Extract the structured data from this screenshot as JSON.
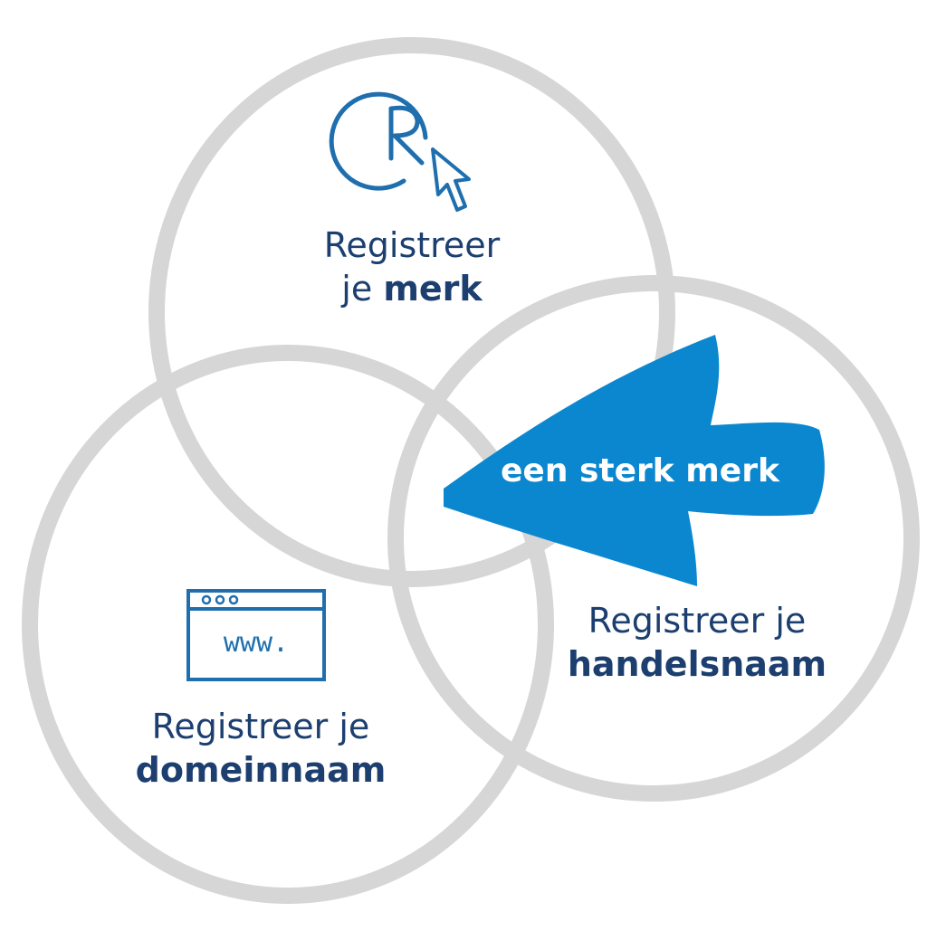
{
  "colors": {
    "circle": "#d6d6d6",
    "text": "#1c3f70",
    "icon": "#1f6fae",
    "arrow": "#0b87d0",
    "arrow_text": "#ffffff"
  },
  "circles": [
    {
      "name": "merk",
      "icon": "registered-trademark-icon",
      "line1": "Registreer",
      "line2_prefix": "je ",
      "line2_bold": "merk"
    },
    {
      "name": "handelsnaam",
      "icon": "",
      "line1": "Registreer je",
      "line2_prefix": "",
      "line2_bold": "handelsnaam"
    },
    {
      "name": "domeinnaam",
      "icon": "browser-window-icon",
      "line1": "Registreer je",
      "line2_prefix": "",
      "line2_bold": "domeinnaam"
    }
  ],
  "icons": {
    "browser_text": "www."
  },
  "arrow": {
    "label": "een sterk merk"
  }
}
